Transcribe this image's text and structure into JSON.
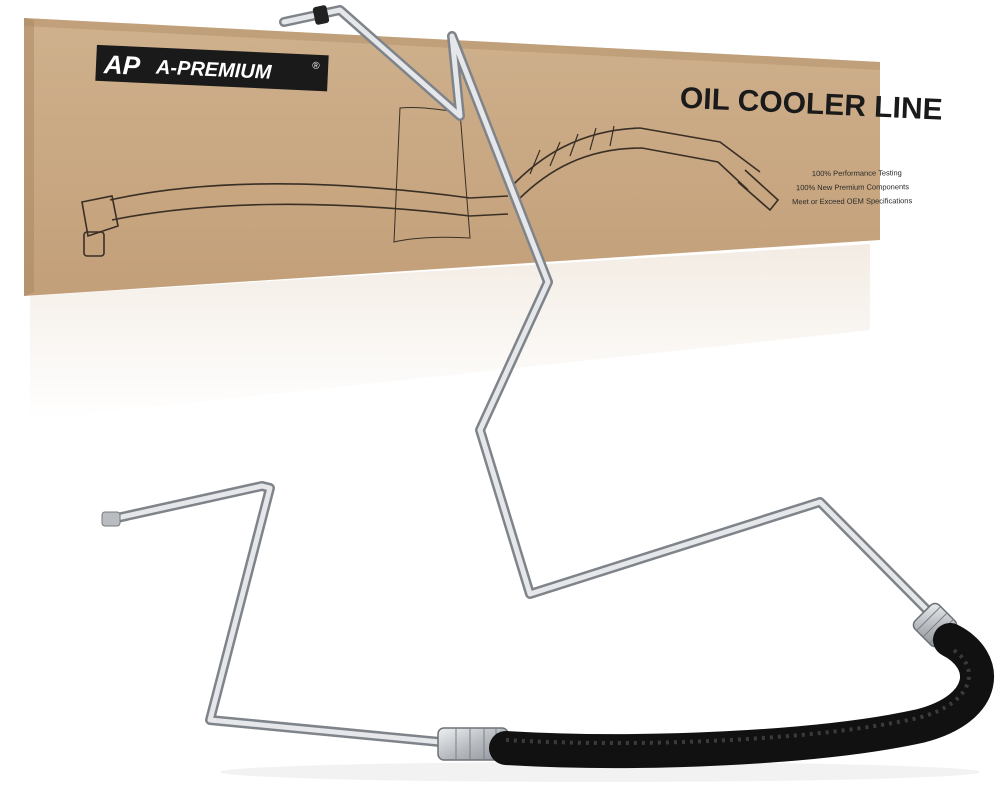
{
  "product": {
    "brand_mark": "AP",
    "brand_name": "A-PREMIUM",
    "registered_symbol": "®",
    "title": "OIL COOLER LINE",
    "features": [
      "100% Performance Testing",
      "100% New Premium Components",
      "Meet or Exceed OEM Specifications"
    ]
  },
  "colors": {
    "box": "#c7a782",
    "box_dark": "#ad8d69",
    "ink": "#1a1a1a",
    "tube": "#c9ccd0",
    "hose": "#111111"
  }
}
